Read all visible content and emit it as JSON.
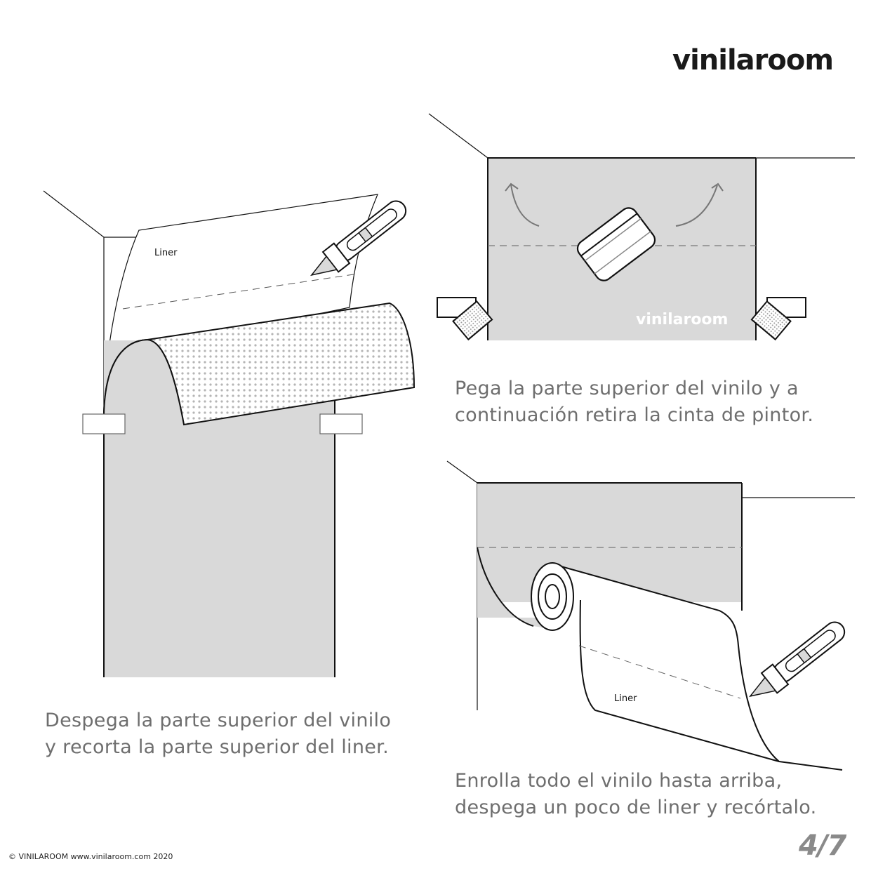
{
  "header": {
    "brand_logo": "vinilaroom"
  },
  "steps": [
    {
      "id": 1,
      "caption_line1": "Despega la parte superior del vinilo",
      "caption_line2": "y recorta la parte superior del liner.",
      "illustration_label": "Liner"
    },
    {
      "id": 2,
      "caption_line1": "Pega la parte superior del vinilo y a",
      "caption_line2": "continuación retira la cinta de pintor.",
      "watermark": "vinilaroom"
    },
    {
      "id": 3,
      "caption_line1": "Enrolla todo el vinilo hasta arriba,",
      "caption_line2": "despega un poco de liner y recórtalo.",
      "illustration_label": "Liner"
    }
  ],
  "footer": {
    "copyright": "© VINILAROOM www.vinilaroom.com 2020"
  },
  "pagination": {
    "page": "4/7"
  },
  "colors": {
    "vinyl_fill": "#d9d9d9",
    "line": "#111111",
    "caption": "#6e6e6e",
    "page_number": "#8a8a8a",
    "dots": "#b0b0b0"
  }
}
